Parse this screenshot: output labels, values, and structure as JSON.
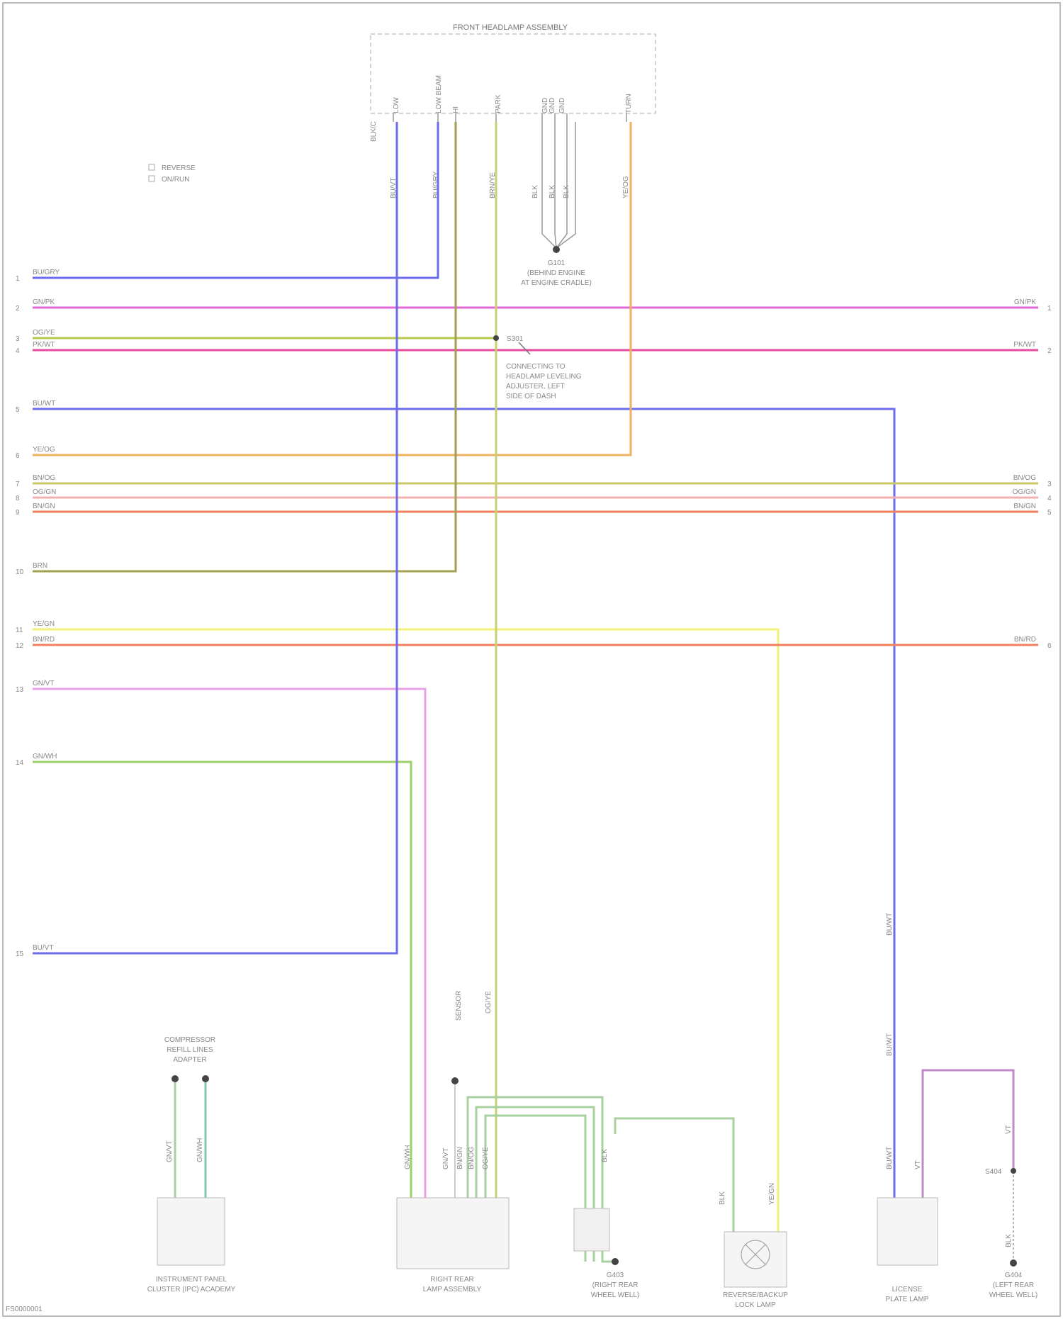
{
  "title": "FRONT HEADLAMP ASSEMBLY",
  "legend": [
    "REVERSE",
    "ON/RUN"
  ],
  "footer_code": "FS0000001",
  "left_wires": [
    {
      "pin": "1",
      "label": "BU/GRY",
      "color": "#6b6bf0"
    },
    {
      "pin": "2",
      "label": "GN/PK",
      "color": "#e06ad6"
    },
    {
      "pin": "3",
      "label": "OG/YE",
      "color": "#b8c84a"
    },
    {
      "pin": "4",
      "label": "PK/WT",
      "color": "#e64b9e"
    },
    {
      "pin": "5",
      "label": "BU/WT",
      "color": "#6b6bf0"
    },
    {
      "pin": "6",
      "label": "YE/OG",
      "color": "#f0b060"
    },
    {
      "pin": "7",
      "label": "BN/OG",
      "color": "#c8c864"
    },
    {
      "pin": "8",
      "label": "OG/GN",
      "color": "#f2b0b0"
    },
    {
      "pin": "9",
      "label": "BN/GN",
      "color": "#f08060"
    },
    {
      "pin": "10",
      "label": "BRN",
      "color": "#a0a050"
    },
    {
      "pin": "11",
      "label": "YE/GN",
      "color": "#f0f07a"
    },
    {
      "pin": "12",
      "label": "BN/RD",
      "color": "#f08060"
    },
    {
      "pin": "13",
      "label": "GN/VT",
      "color": "#e8a0e8"
    },
    {
      "pin": "14",
      "label": "GN/WH",
      "color": "#9ed06a"
    },
    {
      "pin": "15",
      "label": "BU/VT",
      "color": "#6b6bf0"
    }
  ],
  "right_wires": [
    {
      "pin": "1",
      "label": "GN/PK"
    },
    {
      "pin": "2",
      "label": "PK/WT"
    },
    {
      "pin": "3",
      "label": "BN/OG"
    },
    {
      "pin": "4",
      "label": "OG/GN"
    },
    {
      "pin": "5",
      "label": "BN/GN"
    },
    {
      "pin": "6",
      "label": "BN/RD"
    }
  ],
  "splice_note": [
    "CONNECTING TO",
    "HEADLAMP LEVELING",
    "ADJUSTER, LEFT",
    "SIDE OF DASH"
  ],
  "ground_label": [
    "G101",
    "(BEHIND ENGINE",
    "AT ENGINE CRADLE)"
  ],
  "components": {
    "compressor": [
      "COMPRESSOR",
      "REFILL LINES",
      "ADAPTER"
    ],
    "instrument": [
      "INSTRUMENT PANEL",
      "CLUSTER (IPC) ACADEMY"
    ],
    "rear_lamp": [
      "RIGHT REAR",
      "LAMP ASSEMBLY"
    ],
    "g403": [
      "G403",
      "(RIGHT REAR",
      "WHEEL WELL)"
    ],
    "reverse": [
      "REVERSE/BACKUP",
      "LOCK LAMP"
    ],
    "license": [
      "LICENSE",
      "PLATE LAMP"
    ],
    "g404": [
      "G404",
      "(LEFT REAR",
      "WHEEL WELL)"
    ]
  }
}
